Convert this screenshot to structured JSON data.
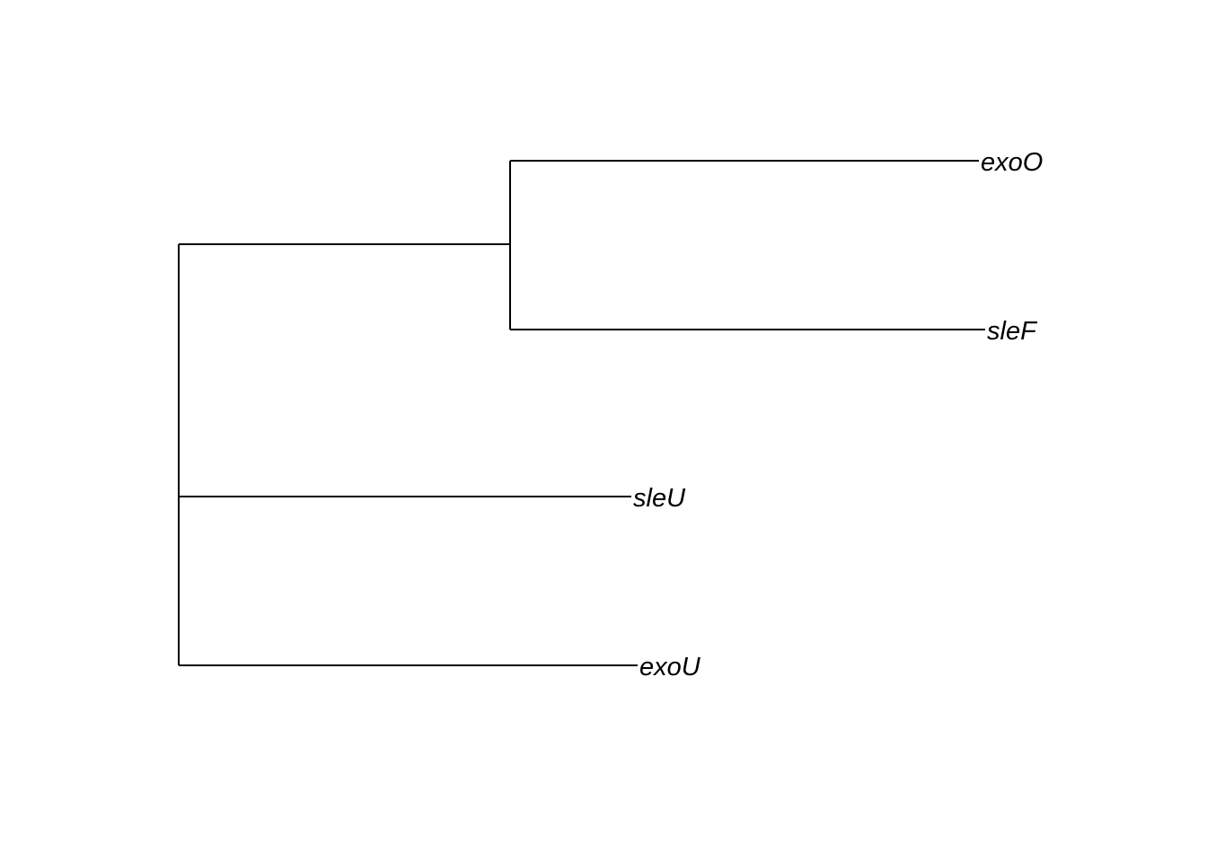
{
  "tree": {
    "tips": [
      {
        "id": "t1",
        "label": "exoO"
      },
      {
        "id": "t2",
        "label": "sleF"
      },
      {
        "id": "t3",
        "label": "sleU"
      },
      {
        "id": "t4",
        "label": "exoU"
      }
    ]
  }
}
